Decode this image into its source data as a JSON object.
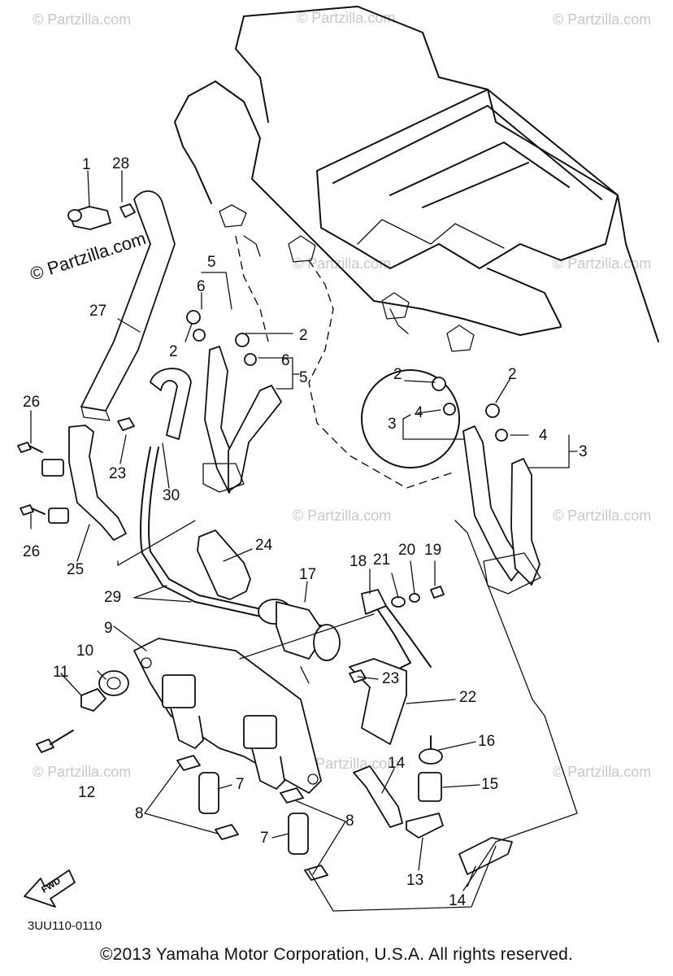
{
  "diagram": {
    "code": "3UU110-0110",
    "copyright": "©2013 Yamaha Motor Corporation, U.S.A. All rights reserved.",
    "fwd_arrow_text": "FWD",
    "watermark_main": "© Partzilla.com",
    "watermark_faint": "© Partzilla.com",
    "labels": {
      "l1": "1",
      "l28": "28",
      "l5a": "5",
      "l6a": "6",
      "l2a": "2",
      "l2b": "2",
      "l6b": "6",
      "l5b": "5",
      "l27": "27",
      "l2c": "2",
      "l2d": "2",
      "l4a": "4",
      "l3a": "3",
      "l4b": "4",
      "l3b": "3",
      "l26a": "26",
      "l23a": "23",
      "l30": "30",
      "l26b": "26",
      "l25": "25",
      "l24": "24",
      "l18": "18",
      "l21": "21",
      "l20": "20",
      "l19": "19",
      "l17": "17",
      "l29": "29",
      "l9": "9",
      "l10": "10",
      "l11": "11",
      "l23b": "23",
      "l22": "22",
      "l16": "16",
      "l12": "12",
      "l7a": "7",
      "l14a": "14",
      "l15": "15",
      "l8a": "8",
      "l8b": "8",
      "l7b": "7",
      "l13": "13",
      "l14b": "14"
    }
  }
}
